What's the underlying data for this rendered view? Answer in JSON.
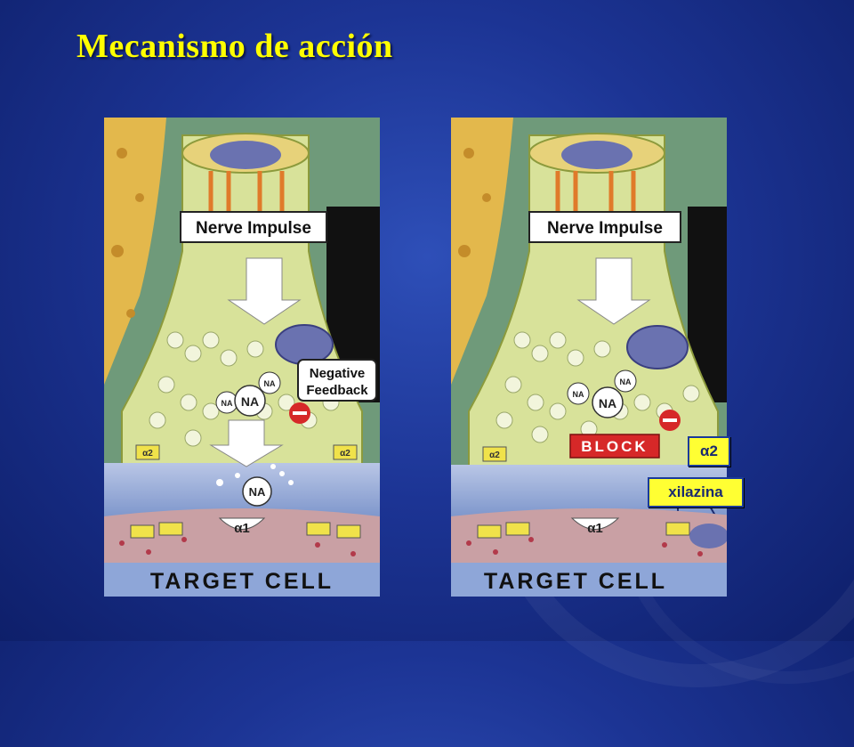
{
  "slide": {
    "title": "Mecanismo de acción"
  },
  "diagram": {
    "nerve_impulse": "Nerve Impulse",
    "negative_feedback_line1": "Negative",
    "negative_feedback_line2": "Feedback",
    "na": "NA",
    "alpha1": "α1",
    "alpha2_tag": "α2",
    "target_cell": "TARGET CELL",
    "block": "BLOCK",
    "minus": "−"
  },
  "callouts": {
    "alpha2": "α2",
    "drug": "xilazina"
  },
  "colors": {
    "title": "#ffff00",
    "callout_bg": "#ffff33",
    "block_red": "#d62828",
    "membrane_green": "#c9d88a",
    "target_blue": "#8ea6d8"
  }
}
